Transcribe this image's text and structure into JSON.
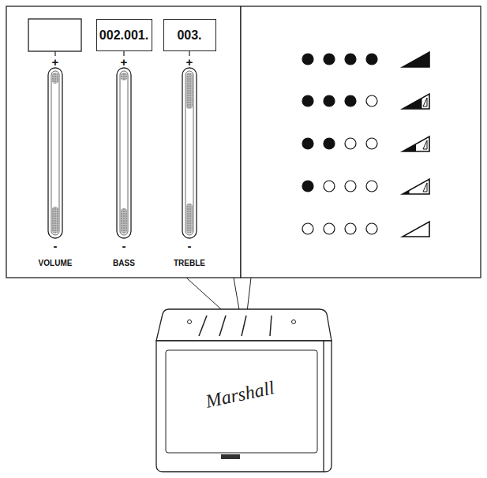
{
  "diagram": {
    "nodes": [
      {
        "text": [
          "002.001."
        ]
      },
      {
        "text": [
          "003."
        ]
      }
    ],
    "labels": [
      "+",
      "+",
      "+",
      "-",
      "-",
      "-",
      "VOLUME",
      "BASS",
      "TREBLE",
      "Marshall"
    ]
  }
}
